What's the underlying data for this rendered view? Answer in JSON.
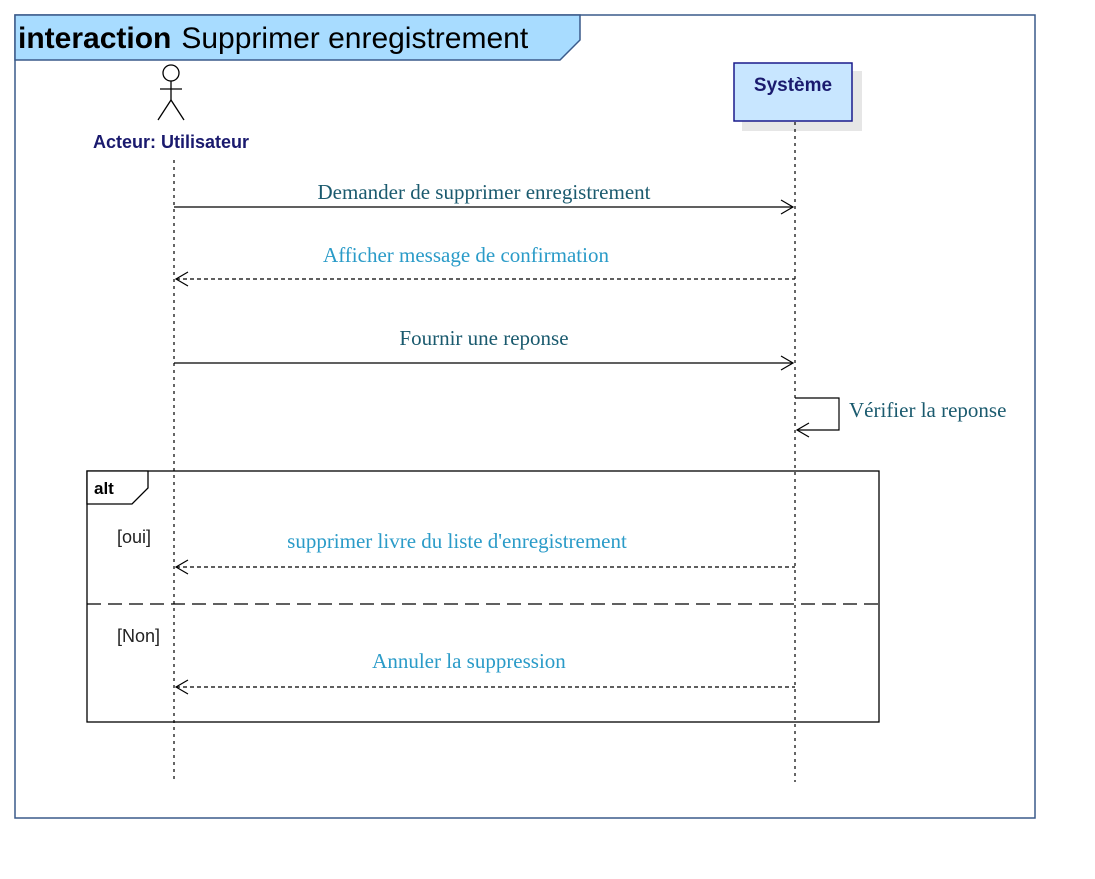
{
  "frame": {
    "keyword": "interaction",
    "name": "Supprimer enregistrement"
  },
  "actor": {
    "label": "Acteur: Utilisateur"
  },
  "system": {
    "label": "Système"
  },
  "messages": [
    {
      "id": "msg-1",
      "text": "Demander de supprimer enregistrement"
    },
    {
      "id": "msg-2",
      "text": "Afficher message de confirmation"
    },
    {
      "id": "msg-3",
      "text": "Fournir une reponse"
    },
    {
      "id": "msg-4",
      "text": "Vérifier la reponse"
    },
    {
      "id": "msg-5",
      "text": "supprimer livre du liste d'enregistrement"
    },
    {
      "id": "msg-6",
      "text": "Annuler la suppression"
    }
  ],
  "fragment": {
    "operator": "alt",
    "guard_1": "[oui]",
    "guard_2": "[Non]"
  },
  "colors": {
    "frame_border": "#3a5a8a",
    "frame_tab_fill": "#a8dcff",
    "system_fill": "#c8e6ff",
    "system_border": "#1a1a8c",
    "system_text": "#1a1a6e",
    "actor_text": "#1a1a6e",
    "sync_message_text": "#1a5a6e",
    "return_message_text": "#2a9bc8"
  }
}
